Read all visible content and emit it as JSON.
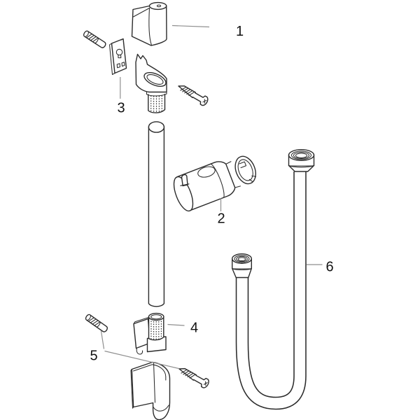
{
  "diagram": {
    "type": "exploded-parts-diagram",
    "background_color": "#ffffff",
    "line_color": "#2b2b2b",
    "leader_color": "#8f8f8f",
    "label_color": "#111111",
    "labels": [
      {
        "text": "1",
        "part": "end-cap"
      },
      {
        "text": "2",
        "part": "slider-holder"
      },
      {
        "text": "3",
        "part": "mounting-plate"
      },
      {
        "text": "4",
        "part": "bottom-wall-bracket"
      },
      {
        "text": "5",
        "part": "fixing-screws"
      },
      {
        "text": "6",
        "part": "shower-hose"
      }
    ]
  }
}
